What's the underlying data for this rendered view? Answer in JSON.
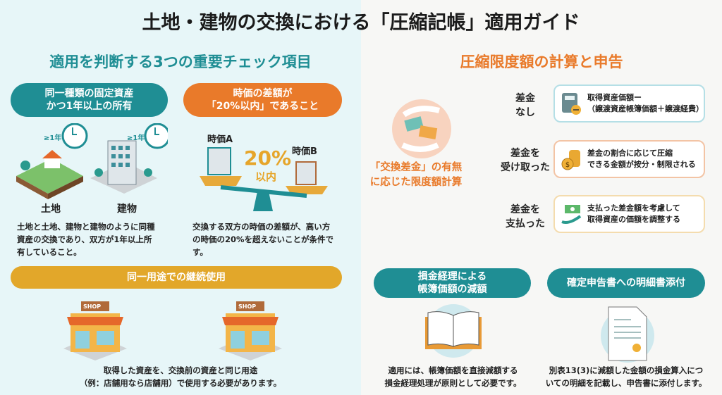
{
  "title": "土地・建物の交換における「圧縮記帳」適用ガイド",
  "left": {
    "heading": "適用を判断する3つの重要チェック項目",
    "card1": {
      "pill": "同一種類の固定資産\nかつ1年以上の所有",
      "badge": "≥1年",
      "label_land": "土地",
      "label_building": "建物",
      "desc": "土地と土地、建物と建物のように同種\n資産の交換であり、双方が1年以上所\n有していること。"
    },
    "card2": {
      "pill": "時価の差額が\n「20%以内」であること",
      "value_a": "時価A",
      "value_b": "時価B",
      "percent": "20%",
      "within": "以内",
      "desc": "交換する双方の時価の差額が、高い方\nの時価の20%を超えないことが条件で\nす。"
    },
    "card3": {
      "pill": "同一用途での継続使用",
      "shop": "SHOP",
      "desc": "取得した資産を、交換前の資産と同じ用途\n（例：店舗用なら店舗用）で使用する必要があります。"
    }
  },
  "right": {
    "heading": "圧縮限度額の計算と申告",
    "center_label": "「交換差金」の有無\nに応じた限度額計算",
    "cases": [
      {
        "label": "差金\nなし",
        "text": "取得資産価額ー\n（譲渡資産帳簿価額＋譲渡経費）"
      },
      {
        "label": "差金を\n受け取った",
        "text": "差金の割合に応じて圧縮\nできる金額が按分・制限される"
      },
      {
        "label": "差金を\n支払った",
        "text": "支払った差金額を考慮して\n取得資産の価額を調整する"
      }
    ],
    "step1": {
      "pill": "損金経理による\n帳簿価額の減額",
      "desc": "適用には、帳簿価額を直接減額する\n損金経理処理が原則として必要です。"
    },
    "step2": {
      "pill": "確定申告書への明細書添付",
      "desc": "別表13(3)に減額した金額の損金算入につ\nいての明細を記載し、申告書に添付します。"
    }
  },
  "colors": {
    "teal": "#1f8e94",
    "orange": "#e97a2a",
    "yellow": "#e2a72a"
  }
}
